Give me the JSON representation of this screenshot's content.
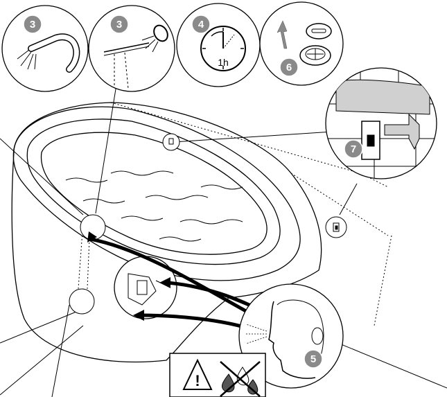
{
  "callouts": {
    "spout_step": "3",
    "handshower_step": "3",
    "timer_step": "4",
    "odour_step": "5",
    "drain_step": "6",
    "controller_step": "7"
  },
  "timer": {
    "label": "1h"
  },
  "colors": {
    "badge": "#8a8a8a",
    "line": "#000000",
    "wall": "#d0d0d0"
  }
}
